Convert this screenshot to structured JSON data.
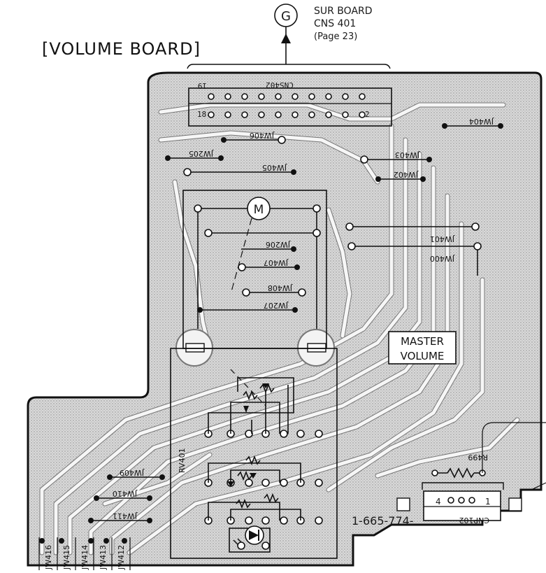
{
  "title": "[VOLUME BOARD]",
  "connector_ref": {
    "letter": "G",
    "line1": "SUR BOARD",
    "line2": "CNS 401",
    "line3": "(Page 23)"
  },
  "connector": {
    "name": "CNS402",
    "pin_first": "18",
    "pin_first_top": "19",
    "pin_last": "2"
  },
  "jumpers": {
    "jw404": "JW404",
    "jw406": "JW406",
    "jw205": "JW205",
    "jw405": "JW405",
    "jw403": "JW403",
    "jw402": "JW402",
    "jw401": "JW401",
    "jw400": "JW400",
    "jw206": "JW206",
    "jw407": "JW407",
    "jw408": "JW408",
    "jw207": "JW207",
    "jw409": "JW409",
    "jw410": "JW410",
    "jw411": "JW411",
    "jw412": "JW412",
    "jw413": "JW413",
    "jw414": "JW414",
    "jw415": "JW415",
    "jw416": "JW416"
  },
  "components": {
    "motor": "M",
    "rv": "RV401",
    "master_volume_line1": "MASTER",
    "master_volume_line2": "VOLUME",
    "resistor": "R499",
    "cnp": "CNP102",
    "cnp_pin_left": "4",
    "cnp_pin_right": "1",
    "part_number": "1-665-774-"
  }
}
